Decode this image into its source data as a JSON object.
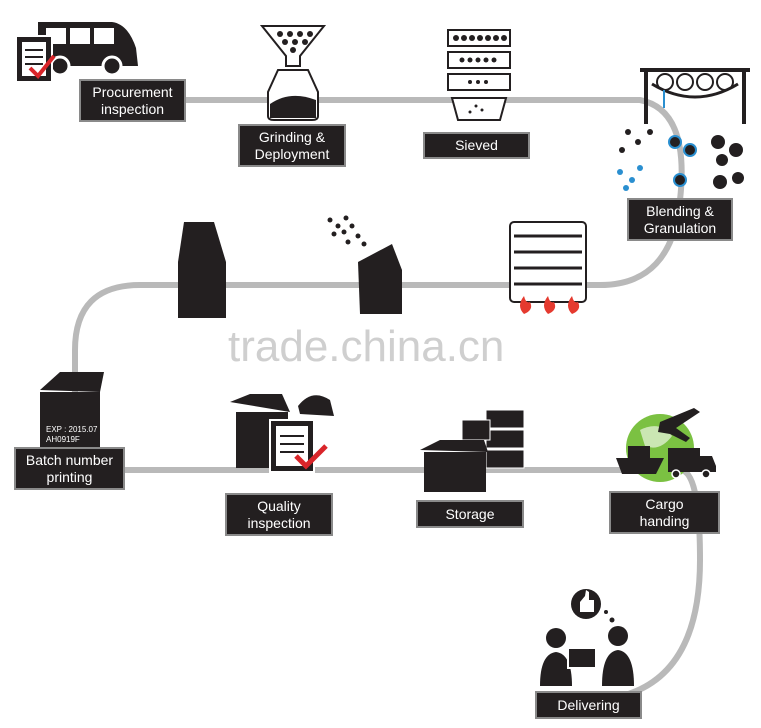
{
  "steps": [
    {
      "id": "procurement",
      "label": "Procurement\ninspection"
    },
    {
      "id": "grinding",
      "label": "Grinding &\nDeployment"
    },
    {
      "id": "sieved",
      "label": "Sieved"
    },
    {
      "id": "blending",
      "label": "Blending &\nGranulation"
    },
    {
      "id": "batch",
      "label": "Batch number\nprinting"
    },
    {
      "id": "quality",
      "label": "Quality\ninspection"
    },
    {
      "id": "storage",
      "label": "Storage"
    },
    {
      "id": "cargo",
      "label": "Cargo\nhanding"
    },
    {
      "id": "delivering",
      "label": "Delivering"
    }
  ],
  "box_print": {
    "exp": "EXP : 2015.07",
    "code": "AH0919F"
  },
  "watermark": "trade.china.cn",
  "colors": {
    "path": "#b9b9b9",
    "box": "#231f20",
    "box_border": "#8a8a8a",
    "check": "#d9252a",
    "flame": "#e53a2f",
    "globe": "#7bc142",
    "drop": "#2a8fd0"
  },
  "icons": [
    "truck-icon",
    "clipboard-check-icon",
    "hopper-icon",
    "sieve-stack-icon",
    "mixer-icon",
    "granules-icon",
    "pouch-icon",
    "pouch-pour-icon",
    "drying-oven-icon",
    "flame-icon",
    "carton-box-icon",
    "stamp-box-icon",
    "boxes-stack-icon",
    "airplane-icon",
    "ship-icon",
    "globe-icon",
    "delivery-truck-icon",
    "people-icon",
    "thumbs-up-icon"
  ]
}
